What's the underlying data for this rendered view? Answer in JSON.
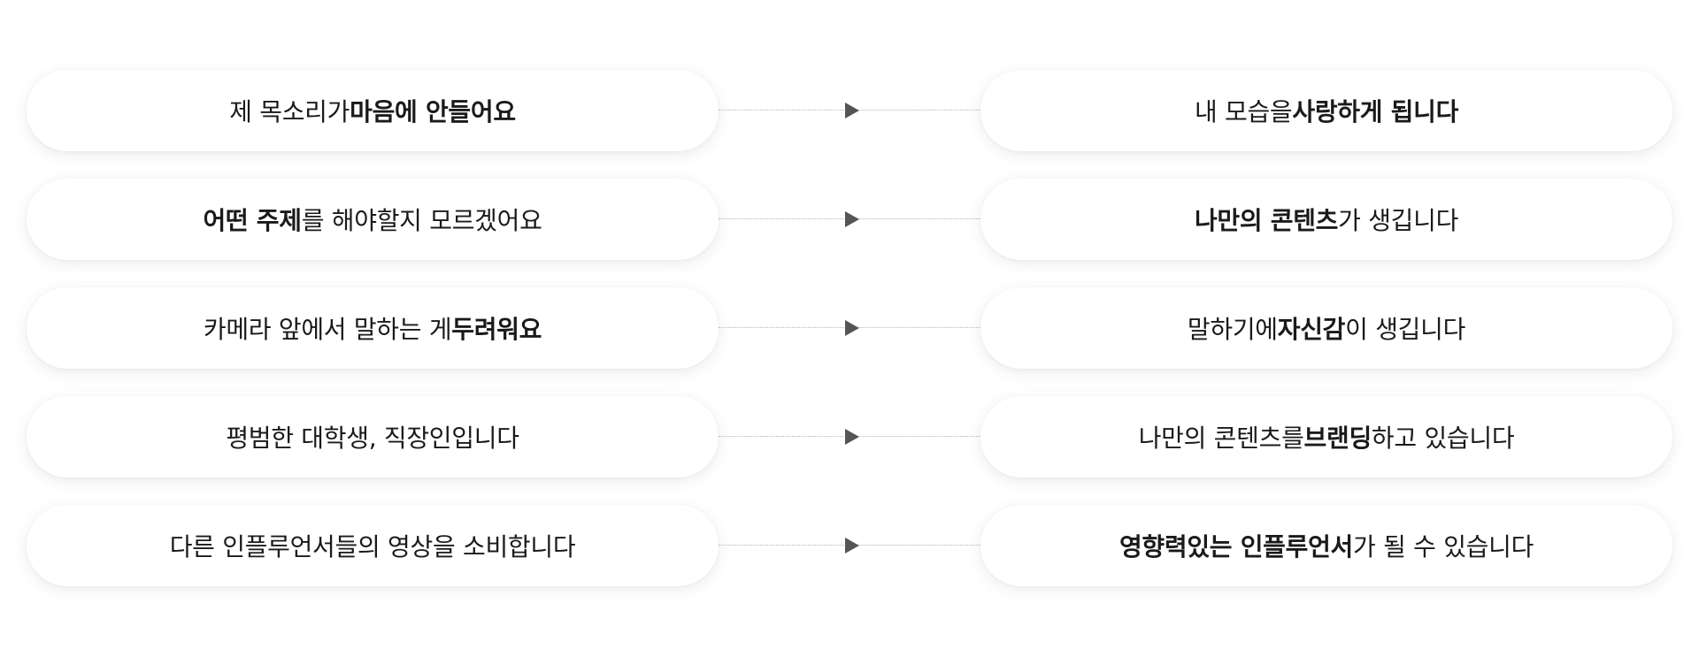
{
  "rows": [
    {
      "before": [
        {
          "text": "제 목소리가 ",
          "bold": false
        },
        {
          "text": "마음에 안들어요",
          "bold": true
        }
      ],
      "after": [
        {
          "text": "내 모습을 ",
          "bold": false
        },
        {
          "text": "사랑하게 됩니다",
          "bold": true
        }
      ]
    },
    {
      "before": [
        {
          "text": "어떤 주제",
          "bold": true
        },
        {
          "text": "를 해야할지 모르겠어요",
          "bold": false
        }
      ],
      "after": [
        {
          "text": "나만의 콘텐츠",
          "bold": true
        },
        {
          "text": "가 생깁니다",
          "bold": false
        }
      ]
    },
    {
      "before": [
        {
          "text": "카메라 앞에서 말하는 게 ",
          "bold": false
        },
        {
          "text": "두려워요",
          "bold": true
        }
      ],
      "after": [
        {
          "text": "말하기에 ",
          "bold": false
        },
        {
          "text": "자신감",
          "bold": true
        },
        {
          "text": "이 생깁니다",
          "bold": false
        }
      ]
    },
    {
      "before": [
        {
          "text": "평범한 대학생, 직장인입니다",
          "bold": false
        }
      ],
      "after": [
        {
          "text": "나만의 콘텐츠를 ",
          "bold": false
        },
        {
          "text": "브랜딩",
          "bold": true
        },
        {
          "text": "하고 있습니다",
          "bold": false
        }
      ]
    },
    {
      "before": [
        {
          "text": "다른 인플루언서들의 영상을 소비합니다",
          "bold": false
        }
      ],
      "after": [
        {
          "text": "영향력있는 인플루언서",
          "bold": true
        },
        {
          "text": "가 될 수 있습니다",
          "bold": false
        }
      ]
    }
  ],
  "icons": {
    "connector_arrow": "play-triangle-icon"
  },
  "colors": {
    "background": "#ffffff",
    "text": "#1a1a1a",
    "arrow": "#555555",
    "connector_line": "#b5b5b5"
  }
}
